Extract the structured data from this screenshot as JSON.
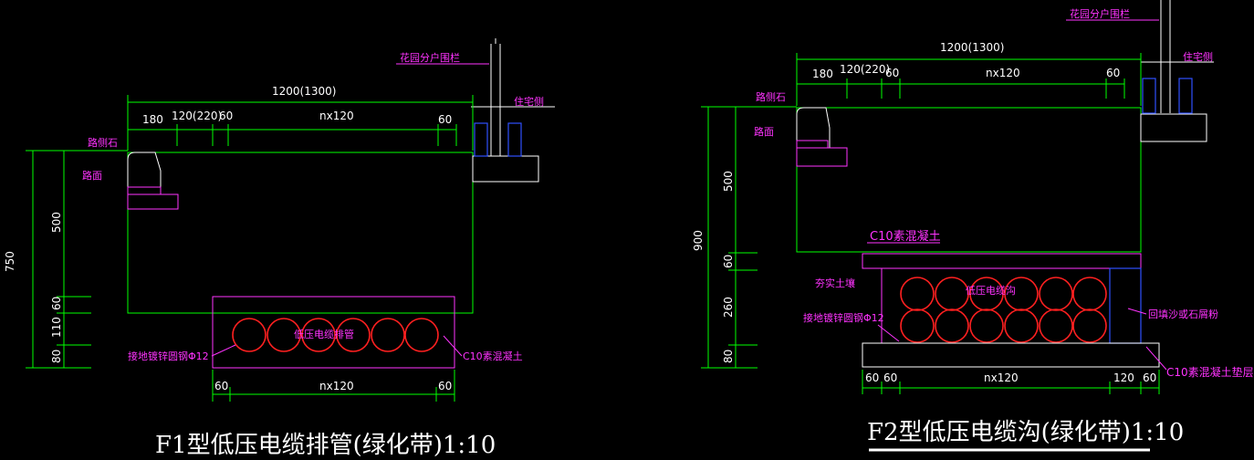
{
  "f1": {
    "title": "F1型低压电缆排管(绿化带)1:10",
    "top": {
      "total": "1200(1300)",
      "a": "180",
      "b": "120(220)",
      "c": "60",
      "d": "nx120",
      "e": "60"
    },
    "left": {
      "total": "750",
      "a": "500",
      "b": "60",
      "c": "110",
      "d": "80"
    },
    "bottom": {
      "a": "60",
      "b": "nx120",
      "c": "60"
    },
    "labels": {
      "curb": "路侧石",
      "road": "路面",
      "fence": "花园分户围栏",
      "residence": "住宅侧",
      "pipes": "低压电缆排管",
      "ground": "接地镀锌圆钢Φ12",
      "concrete": "C10素混凝土"
    }
  },
  "f2": {
    "title": "F2型低压电缆沟(绿化带)1:10",
    "top": {
      "total": "1200(1300)",
      "a": "180",
      "b": "120(220)",
      "c": "60",
      "d": "nx120",
      "e": "60"
    },
    "left": {
      "total": "900",
      "a": "500",
      "b": "60",
      "c": "260",
      "d": "80"
    },
    "bottom": {
      "a": "60",
      "b": "60",
      "c": "nx120",
      "d": "120",
      "e": "60"
    },
    "labels": {
      "curb": "路侧石",
      "road": "路面",
      "fence": "花园分户围栏",
      "residence": "住宅侧",
      "slab": "C10素混凝土",
      "soil": "夯实土壤",
      "trench": "低压电缆沟",
      "ground": "接地镀锌圆钢Φ12",
      "backfill": "回填沙或石屑粉",
      "cushion": "C10素混凝土垫层"
    }
  },
  "colors": {
    "dim": "#00ff00",
    "label": "#ff33ff",
    "pipe": "#ff2020",
    "fence": "#3050ff",
    "text": "#ffffff"
  }
}
